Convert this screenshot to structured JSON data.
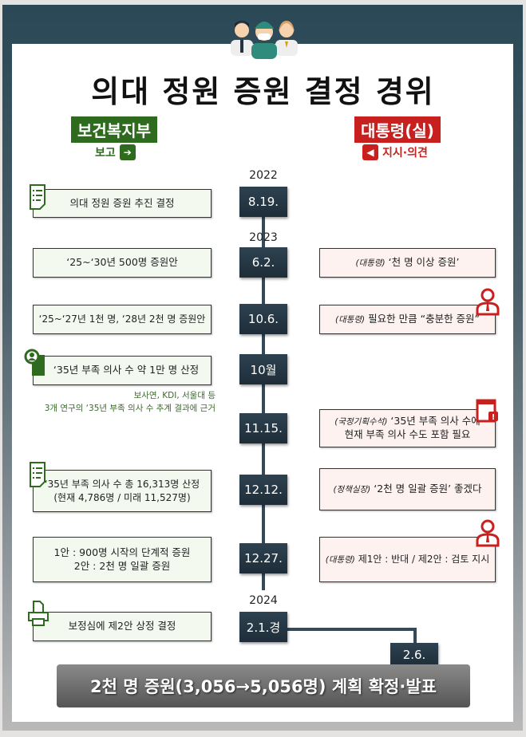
{
  "title": "의대 정원 증원 결정 경위",
  "colors": {
    "ministry": "#2e6b1f",
    "president": "#c8201e",
    "timeline": "#2e4251"
  },
  "left_header": {
    "label": "보건복지부",
    "sub": "보고",
    "icon": "arrow-right-icon"
  },
  "right_header": {
    "label": "대통령(실)",
    "sub": "지시·의견",
    "icon": "arrow-left-icon"
  },
  "years": [
    "2022",
    "2023",
    "2024"
  ],
  "dates": [
    "8.19.",
    "6.2.",
    "10.6.",
    "10월",
    "11.15.",
    "12.12.",
    "12.27.",
    "2.1.경",
    "2.6."
  ],
  "ministry": [
    {
      "text": "의대 정원 증원 추진 결정",
      "icon": "document-list-icon"
    },
    {
      "text": "‘25~‘30년 500명 증원안"
    },
    {
      "text": "‘25~‘27년 1천 명, ‘28년 2천 명 증원안"
    },
    {
      "text": "‘35년 부족 의사 수 약 1만 명 산정",
      "icon": "person-search-icon"
    },
    {
      "text": "‘35년 부족 의사 수 총 16,313명 산정",
      "text2": "(현재 4,786명 / 미래 11,527명)",
      "icon": "document-list-icon"
    },
    {
      "text": "1안 : 900명 시작의 단계적 증원",
      "text2": "2안 : 2천 명 일괄 증원"
    },
    {
      "text": "보정심에 제2안 상정 결정",
      "icon": "printer-icon"
    }
  ],
  "note": {
    "line1": "보사연, KDI, 서울대 등",
    "line2": "3개 연구의 ‘35년 부족 의사 수 추계 결과에 근거"
  },
  "president": [
    {
      "who": "(대통령)",
      "text": "‘천 명 이상 증원’"
    },
    {
      "who": "(대통령)",
      "text": "필요한 만큼 “충분한 증원”",
      "icon": "person-icon"
    },
    {
      "who": "(국정기획수석)",
      "text": "‘35년 부족 의사 수에",
      "text2": "현재 부족 의사 수도 포함 필요",
      "icon": "calendar-alert-icon"
    },
    {
      "who": "(정책실장)",
      "text": "‘2천 명 일괄 증원’ 좋겠다"
    },
    {
      "who": "(대통령)",
      "text": "제1안 : 반대 / 제2안 : 검토 지시",
      "icon": "person-icon"
    }
  ],
  "final": "2천 명 증원(3,056→5,056명) 계획 확정·발표"
}
